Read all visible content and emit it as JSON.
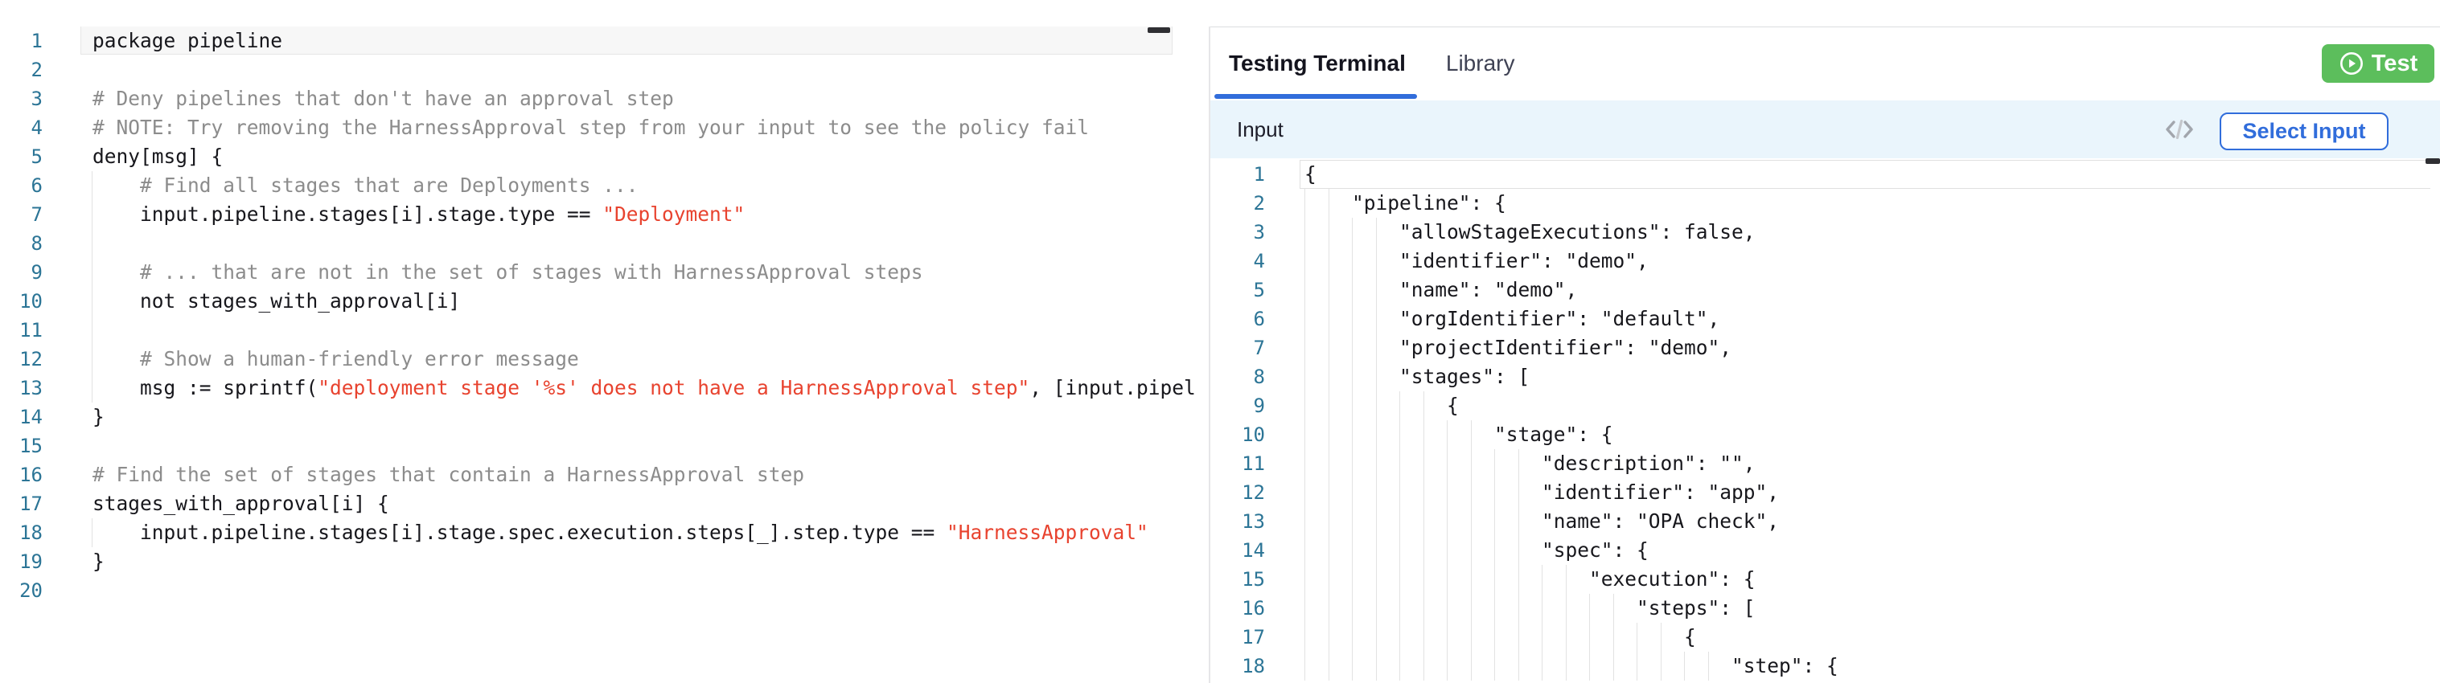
{
  "policy_editor": {
    "language": "rego",
    "lines": [
      {
        "n": 1,
        "guides": 0,
        "current": true,
        "parts": [
          {
            "t": "package pipeline",
            "s": "plain"
          }
        ]
      },
      {
        "n": 2,
        "guides": 0,
        "parts": []
      },
      {
        "n": 3,
        "guides": 0,
        "parts": [
          {
            "t": "# Deny pipelines that don't have an approval step",
            "s": "comment"
          }
        ]
      },
      {
        "n": 4,
        "guides": 0,
        "parts": [
          {
            "t": "# NOTE: Try removing the HarnessApproval step from your input to see the policy fail",
            "s": "comment"
          }
        ]
      },
      {
        "n": 5,
        "guides": 0,
        "parts": [
          {
            "t": "deny[msg] {",
            "s": "plain"
          }
        ]
      },
      {
        "n": 6,
        "guides": 1,
        "parts": [
          {
            "t": "    # Find all stages that are Deployments ...",
            "s": "comment"
          }
        ]
      },
      {
        "n": 7,
        "guides": 1,
        "parts": [
          {
            "t": "    input.pipeline.stages[i].stage.type == ",
            "s": "plain"
          },
          {
            "t": "\"Deployment\"",
            "s": "string"
          }
        ]
      },
      {
        "n": 8,
        "guides": 1,
        "parts": []
      },
      {
        "n": 9,
        "guides": 1,
        "parts": [
          {
            "t": "    # ... that are not in the set of stages with HarnessApproval steps",
            "s": "comment"
          }
        ]
      },
      {
        "n": 10,
        "guides": 1,
        "parts": [
          {
            "t": "    not stages_with_approval[i]",
            "s": "plain"
          }
        ]
      },
      {
        "n": 11,
        "guides": 1,
        "parts": []
      },
      {
        "n": 12,
        "guides": 1,
        "parts": [
          {
            "t": "    # Show a human-friendly error message",
            "s": "comment"
          }
        ]
      },
      {
        "n": 13,
        "guides": 1,
        "parts": [
          {
            "t": "    msg := sprintf(",
            "s": "plain"
          },
          {
            "t": "\"deployment stage '%s' does not have a HarnessApproval step\"",
            "s": "string"
          },
          {
            "t": ", [input.pipel",
            "s": "plain"
          }
        ]
      },
      {
        "n": 14,
        "guides": 0,
        "parts": [
          {
            "t": "}",
            "s": "plain"
          }
        ]
      },
      {
        "n": 15,
        "guides": 0,
        "parts": []
      },
      {
        "n": 16,
        "guides": 0,
        "parts": [
          {
            "t": "# Find the set of stages that contain a HarnessApproval step",
            "s": "comment"
          }
        ]
      },
      {
        "n": 17,
        "guides": 0,
        "parts": [
          {
            "t": "stages_with_approval[i] {",
            "s": "plain"
          }
        ]
      },
      {
        "n": 18,
        "guides": 1,
        "parts": [
          {
            "t": "    input.pipeline.stages[i].stage.spec.execution.steps[_].step.type == ",
            "s": "plain"
          },
          {
            "t": "\"HarnessApproval\"",
            "s": "string"
          }
        ]
      },
      {
        "n": 19,
        "guides": 0,
        "parts": [
          {
            "t": "}",
            "s": "plain"
          }
        ]
      },
      {
        "n": 20,
        "guides": 0,
        "parts": []
      }
    ]
  },
  "terminal": {
    "tabs": [
      {
        "label": "Testing Terminal",
        "active": true
      },
      {
        "label": "Library",
        "active": false
      }
    ],
    "test_button": {
      "label": "Test",
      "icon": "play-circle-icon"
    },
    "input_section": {
      "title": "Input",
      "code_view_icon": "code-angle-brackets-icon",
      "select_input_label": "Select Input"
    },
    "input_editor": {
      "language": "json",
      "lines": [
        {
          "n": 1,
          "guides": 0,
          "current": true,
          "parts": [
            {
              "t": "{",
              "s": "plain"
            }
          ]
        },
        {
          "n": 2,
          "guides": 2,
          "parts": [
            {
              "t": "    \"pipeline\": {",
              "s": "plain"
            }
          ]
        },
        {
          "n": 3,
          "guides": 4,
          "parts": [
            {
              "t": "        \"allowStageExecutions\": false,",
              "s": "plain"
            }
          ]
        },
        {
          "n": 4,
          "guides": 4,
          "parts": [
            {
              "t": "        \"identifier\": \"demo\",",
              "s": "plain"
            }
          ]
        },
        {
          "n": 5,
          "guides": 4,
          "parts": [
            {
              "t": "        \"name\": \"demo\",",
              "s": "plain"
            }
          ]
        },
        {
          "n": 6,
          "guides": 4,
          "parts": [
            {
              "t": "        \"orgIdentifier\": \"default\",",
              "s": "plain"
            }
          ]
        },
        {
          "n": 7,
          "guides": 4,
          "parts": [
            {
              "t": "        \"projectIdentifier\": \"demo\",",
              "s": "plain"
            }
          ]
        },
        {
          "n": 8,
          "guides": 4,
          "parts": [
            {
              "t": "        \"stages\": [",
              "s": "plain"
            }
          ]
        },
        {
          "n": 9,
          "guides": 6,
          "parts": [
            {
              "t": "            {",
              "s": "plain"
            }
          ]
        },
        {
          "n": 10,
          "guides": 8,
          "parts": [
            {
              "t": "                \"stage\": {",
              "s": "plain"
            }
          ]
        },
        {
          "n": 11,
          "guides": 10,
          "parts": [
            {
              "t": "                    \"description\": \"\",",
              "s": "plain"
            }
          ]
        },
        {
          "n": 12,
          "guides": 10,
          "parts": [
            {
              "t": "                    \"identifier\": \"app\",",
              "s": "plain"
            }
          ]
        },
        {
          "n": 13,
          "guides": 10,
          "parts": [
            {
              "t": "                    \"name\": \"OPA check\",",
              "s": "plain"
            }
          ]
        },
        {
          "n": 14,
          "guides": 10,
          "parts": [
            {
              "t": "                    \"spec\": {",
              "s": "plain"
            }
          ]
        },
        {
          "n": 15,
          "guides": 12,
          "parts": [
            {
              "t": "                        \"execution\": {",
              "s": "plain"
            }
          ]
        },
        {
          "n": 16,
          "guides": 14,
          "parts": [
            {
              "t": "                            \"steps\": [",
              "s": "plain"
            }
          ]
        },
        {
          "n": 17,
          "guides": 16,
          "parts": [
            {
              "t": "                                {",
              "s": "plain"
            }
          ]
        },
        {
          "n": 18,
          "guides": 18,
          "parts": [
            {
              "t": "                                    \"step\": {",
              "s": "plain"
            }
          ]
        }
      ]
    }
  },
  "colors": {
    "accent_blue": "#316ddb",
    "test_green": "#5cbe5c",
    "string_red": "#e8432f",
    "comment_gray": "#8c8c8c",
    "line_number_blue": "#2c7596",
    "input_bar_bg": "#eaf5fc"
  }
}
